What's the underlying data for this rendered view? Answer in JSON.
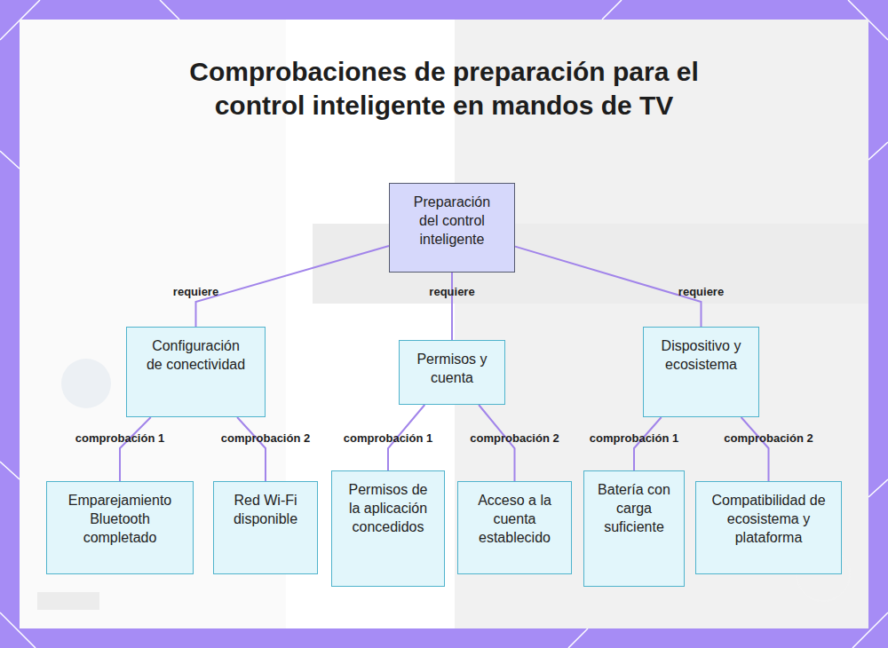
{
  "diagram": {
    "title": "Comprobaciones de preparación para el control inteligente en mandos de TV",
    "nodes": [
      {
        "text": [
          "Preparación del control inteligente"
        ]
      },
      {
        "text": [
          "Configuración de conectividad"
        ]
      },
      {
        "text": [
          "Permisos y cuenta"
        ]
      },
      {
        "text": [
          "Dispositivo y ecosistema"
        ]
      },
      {
        "text": [
          "Emparejamiento Bluetooth completado"
        ]
      },
      {
        "text": [
          "Red Wi-Fi disponible"
        ]
      },
      {
        "text": [
          "Permisos de la aplicación concedidos"
        ]
      },
      {
        "text": [
          "Acceso a la cuenta establecido"
        ]
      },
      {
        "text": [
          "Batería con carga suficiente"
        ]
      },
      {
        "text": [
          "Compatibilidad de ecosistema y plataforma"
        ]
      }
    ],
    "edges": [
      {
        "from": 0,
        "to": 1,
        "label": "requiere",
        "arrow": "none"
      },
      {
        "from": 0,
        "to": 2,
        "label": "requiere",
        "arrow": "none"
      },
      {
        "from": 0,
        "to": 3,
        "label": "requiere",
        "arrow": "none"
      },
      {
        "from": 1,
        "to": 4,
        "label": "comprobación 1",
        "arrow": "none"
      },
      {
        "from": 1,
        "to": 5,
        "label": "comprobación 2",
        "arrow": "none"
      },
      {
        "from": 2,
        "to": 6,
        "label": "comprobación 1",
        "arrow": "none"
      },
      {
        "from": 2,
        "to": 7,
        "label": "comprobación 2",
        "arrow": "none"
      },
      {
        "from": 3,
        "to": 8,
        "label": "comprobación 1",
        "arrow": "none"
      },
      {
        "from": 3,
        "to": 9,
        "label": "comprobación 2",
        "arrow": "none"
      }
    ]
  }
}
